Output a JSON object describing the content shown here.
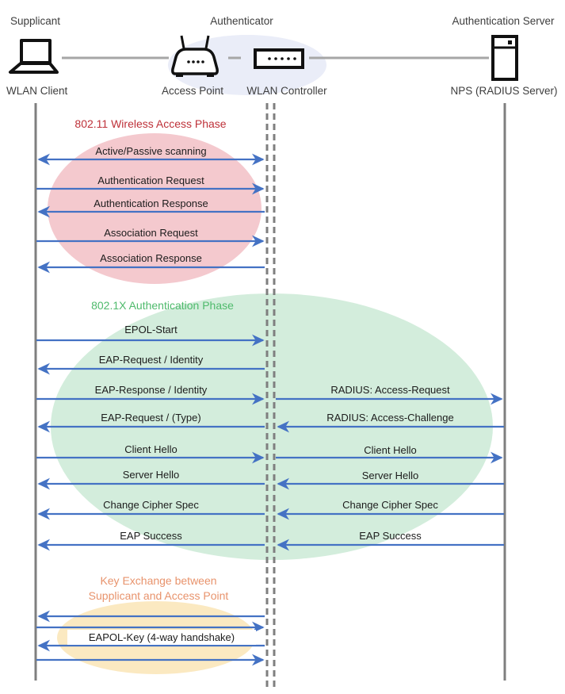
{
  "header": {
    "supplicant_role": "Supplicant",
    "authenticator_role": "Authenticator",
    "server_role": "Authentication Server",
    "wlan_client": "WLAN Client",
    "access_point": "Access Point",
    "wlan_controller": "WLAN Controller",
    "nps": "NPS (RADIUS Server)"
  },
  "phases": {
    "wireless": {
      "title": "802.11 Wireless Access Phase",
      "color": "#be3139",
      "fill": "#f4c9ce"
    },
    "dot1x": {
      "title": "802.1X Authentication Phase",
      "color": "#4fba6c",
      "fill": "#d3eddc"
    },
    "key": {
      "title_line1": "Key Exchange between",
      "title_line2": "Supplicant and Access Point",
      "color": "#e8936c",
      "fill": "#fbe9c1"
    }
  },
  "messages": {
    "client_controller": [
      {
        "label": "Active/Passive scanning",
        "direction": "both"
      },
      {
        "label": "Authentication Request",
        "direction": "right"
      },
      {
        "label": "Authentication Response",
        "direction": "left"
      },
      {
        "label": "Association Request",
        "direction": "right"
      },
      {
        "label": "Association Response",
        "direction": "left"
      },
      {
        "label": "EPOL-Start",
        "direction": "right"
      },
      {
        "label": "EAP-Request / Identity",
        "direction": "left"
      },
      {
        "label": "EAP-Response / Identity",
        "direction": "right"
      },
      {
        "label": "EAP-Request / (Type)",
        "direction": "left"
      },
      {
        "label": "Client Hello",
        "direction": "right"
      },
      {
        "label": "Server Hello",
        "direction": "left"
      },
      {
        "label": "Change Cipher Spec",
        "direction": "left"
      },
      {
        "label": "EAP Success",
        "direction": "left"
      },
      {
        "label": "EAPOL-Key (4-way handshake)",
        "direction": "both"
      }
    ],
    "controller_server": [
      {
        "label": "RADIUS: Access-Request",
        "direction": "right"
      },
      {
        "label": "RADIUS: Access-Challenge",
        "direction": "left"
      },
      {
        "label": "Client Hello",
        "direction": "right"
      },
      {
        "label": "Server Hello",
        "direction": "left"
      },
      {
        "label": "Change Cipher Spec",
        "direction": "left"
      },
      {
        "label": "EAP Success",
        "direction": "left"
      }
    ]
  },
  "colors": {
    "arrow": "#4472c4",
    "lifeline": "#7f7f7f",
    "connector": "#a6a6a6",
    "authenticator_halo": "#eaedf8",
    "icon": "#111111"
  }
}
